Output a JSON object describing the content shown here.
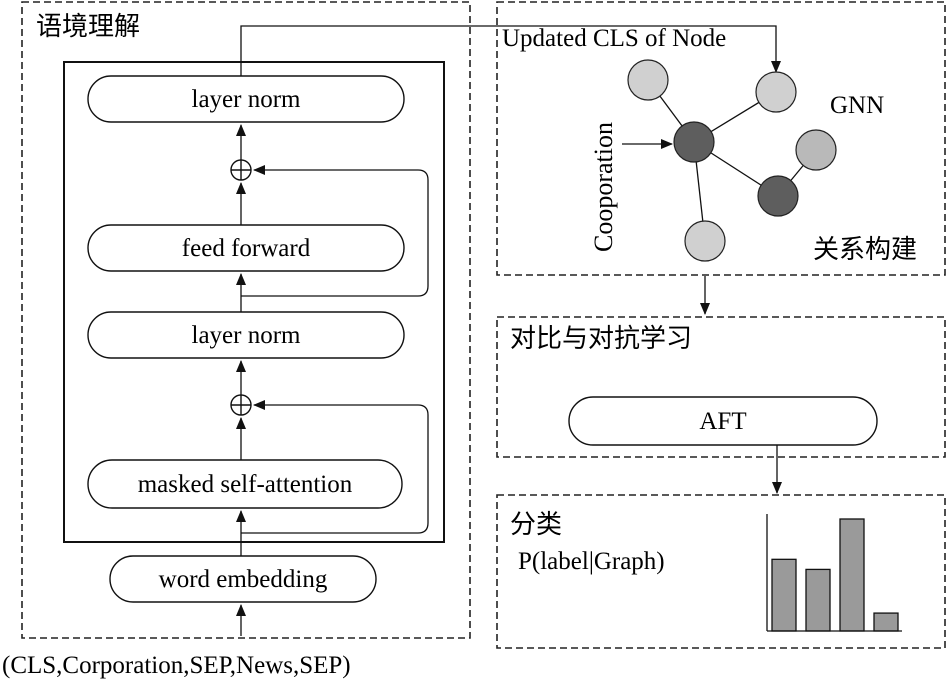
{
  "left_panel": {
    "title": "语境理解",
    "blocks": {
      "layer_norm_top": "layer norm",
      "feed_forward": "feed forward",
      "layer_norm_mid": "layer norm",
      "masked_attention": "masked self-attention",
      "word_embedding": "word embedding"
    },
    "input_sequence": "(CLS,Corporation,SEP,News,SEP)"
  },
  "graph_panel": {
    "caption_top": "Updated CLS of Node",
    "gnn_label": "GNN",
    "side_label": "Cooporation",
    "section_label": "关系构建"
  },
  "contrast_panel": {
    "title": "对比与对抗学习",
    "module": "AFT"
  },
  "classify_panel": {
    "title": "分类",
    "formula": "P(label|Graph)",
    "bar_values": [
      0.64,
      0.55,
      1.0,
      0.16
    ]
  },
  "colors": {
    "node_light": "#d0d0d0",
    "node_dark": "#5e5e5e",
    "bar_fill": "#9a9a9a"
  }
}
